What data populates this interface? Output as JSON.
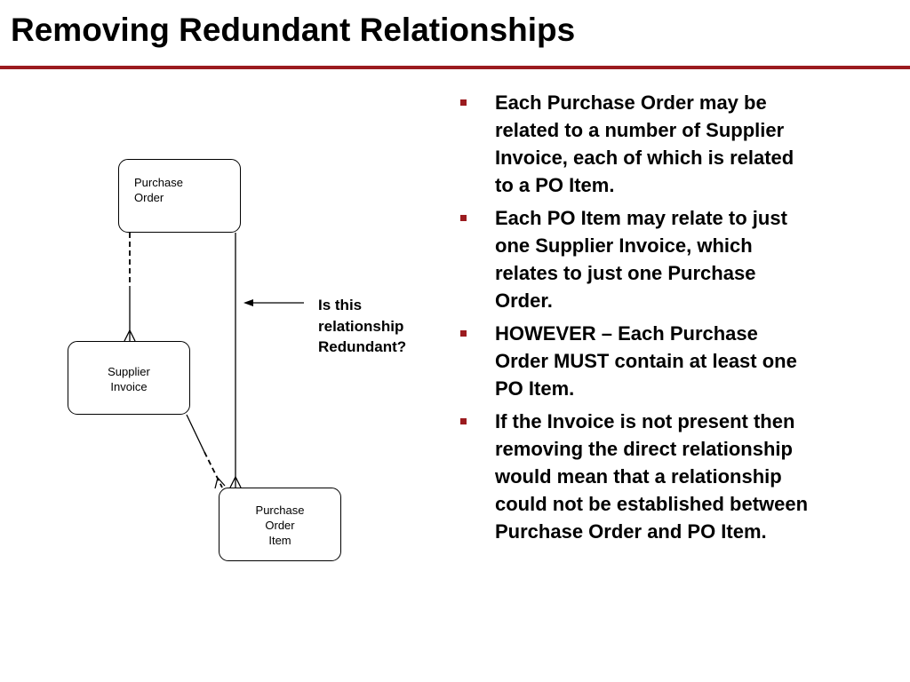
{
  "slide": {
    "title": "Removing Redundant Relationships"
  },
  "diagram": {
    "entities": {
      "purchase_order": "Purchase\nOrder",
      "supplier_invoice": "Supplier\nInvoice",
      "purchase_order_item": "Purchase\nOrder\nItem"
    },
    "question": "Is this\nrelationship\nRedundant?"
  },
  "bullets": [
    "Each Purchase Order may be related to a number of Supplier Invoice, each of which is related to a PO Item.",
    "Each PO Item may relate to just one Supplier Invoice, which relates to just one Purchase Order.",
    "HOWEVER – Each Purchase Order MUST contain at least one PO Item.",
    "If the Invoice is not present then removing the direct relationship would mean that a relationship could not be established between Purchase Order and PO Item."
  ],
  "colors": {
    "accent": "#9b1b1f"
  }
}
